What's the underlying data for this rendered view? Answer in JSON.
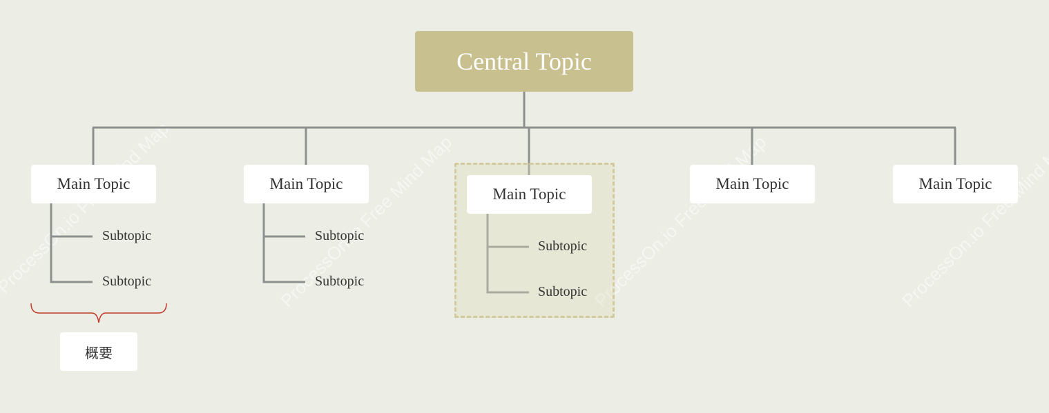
{
  "colors": {
    "background": "#ecede4",
    "central_fill": "#c9c08f",
    "connector": "#8c9190",
    "summary_brace": "#c0392b",
    "selection_border": "#d2c99c"
  },
  "watermark": "ProcessOn.io Free Mind Map",
  "central_topic": "Central Topic",
  "main_topics": [
    {
      "label": "Main Topic",
      "subtopics": [
        "Subtopic",
        "Subtopic"
      ]
    },
    {
      "label": "Main Topic",
      "subtopics": [
        "Subtopic",
        "Subtopic"
      ]
    },
    {
      "label": "Main Topic",
      "subtopics": [
        "Subtopic",
        "Subtopic"
      ],
      "selected": true
    },
    {
      "label": "Main Topic",
      "subtopics": []
    },
    {
      "label": "Main Topic",
      "subtopics": []
    }
  ],
  "summary": "概要"
}
